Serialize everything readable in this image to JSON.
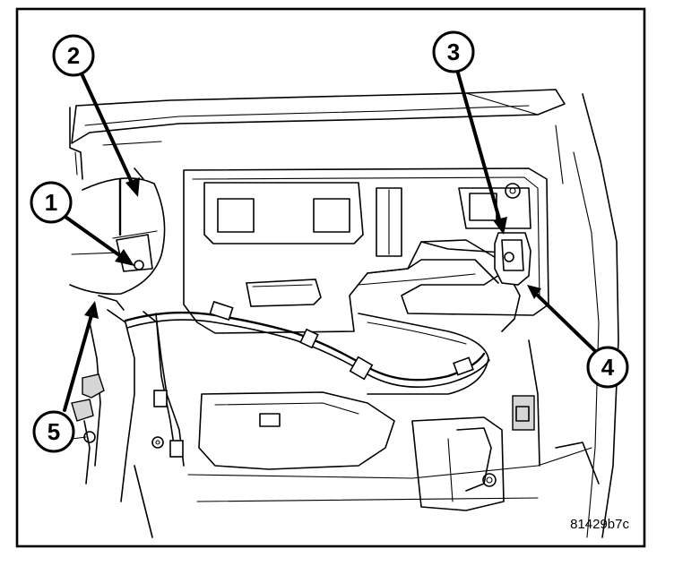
{
  "figure": {
    "id_label": "81429b7c"
  },
  "callouts": [
    {
      "number": "1"
    },
    {
      "number": "2"
    },
    {
      "number": "3"
    },
    {
      "number": "4"
    },
    {
      "number": "5"
    }
  ]
}
